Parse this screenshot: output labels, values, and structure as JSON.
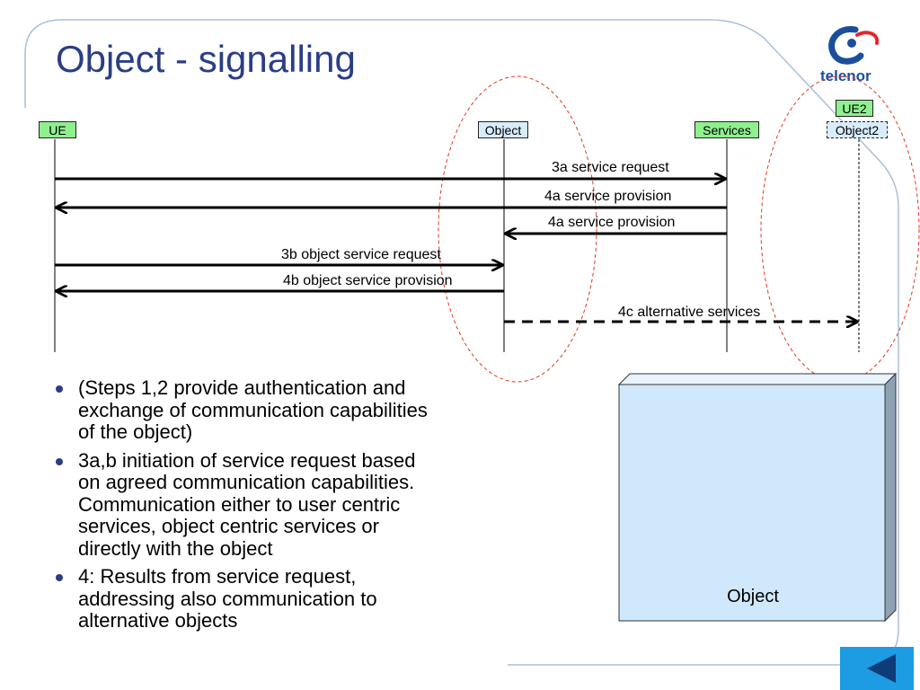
{
  "slide": {
    "title": "Object - signalling",
    "logo_text": "telenor"
  },
  "lifelines": {
    "ue": "UE",
    "object": "Object",
    "services": "Services",
    "ue2": "UE2",
    "object2": "Object2"
  },
  "messages": [
    {
      "label": "3a service request",
      "from": "UE",
      "to": "Services"
    },
    {
      "label": "4a service provision",
      "from": "Services",
      "to": "UE"
    },
    {
      "label": "4a service provision",
      "from": "Services",
      "to": "Object"
    },
    {
      "label": "3b object service request",
      "from": "UE",
      "to": "Object"
    },
    {
      "label": "4b object service provision",
      "from": "Object",
      "to": "UE"
    },
    {
      "label": "4c alternative services",
      "from": "Object",
      "to": "Object2",
      "style": "dashed"
    }
  ],
  "bullets": [
    "(Steps 1,2 provide authentication and exchange of communication capabilities of the object)",
    "3a,b initiation of service request based on agreed communication capabilities. Communication either to user centric services, object centric services or directly with the object",
    "4: Results from service request, addressing also communication to alternative objects"
  ],
  "object_box": {
    "label": "Object"
  },
  "colors": {
    "title": "#2a3e86",
    "lifeline_box_green": "#8ff08f",
    "lifeline_box_blue": "#d8ecfc",
    "highlight_ellipse": "#e03a1e",
    "object_box_fill": "#cfe8fb",
    "nav_button": "#1d9be3",
    "nav_arrow": "#0d3c78"
  },
  "icons": {
    "logo": "telenor-logo-icon",
    "nav": "back-arrow-icon"
  }
}
